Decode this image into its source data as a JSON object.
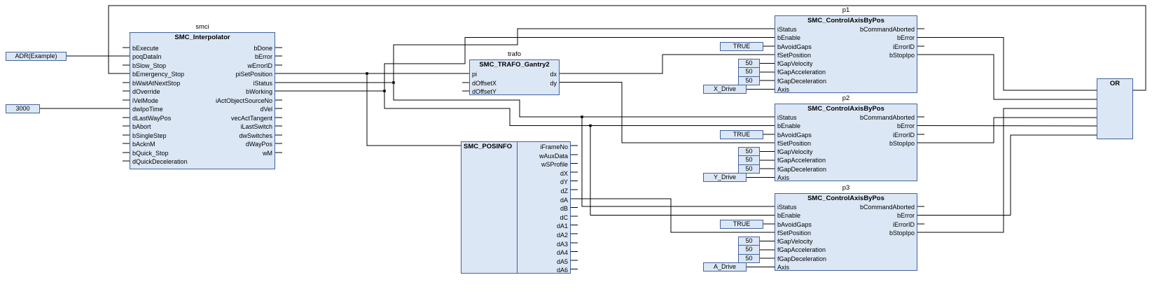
{
  "colors": {
    "background": "#ffffff",
    "block_fill": "#dce7f5",
    "block_border": "#41639c",
    "wire": "#000000"
  },
  "blocks": {
    "interpolator": {
      "instance": "smci",
      "title": "SMC_Interpolator",
      "inputs": [
        "bExecute",
        "poqDataIn",
        "bSlow_Stop",
        "bEmergency_Stop",
        "bWaitAtNextStop",
        "dOverride",
        "iVelMode",
        "dwIpoTime",
        "dLastWayPos",
        "bAbort",
        "bSingleStep",
        "bAcknM",
        "bQuick_Stop",
        "dQuickDeceleration"
      ],
      "outputs": [
        "bDone",
        "bError",
        "wErrorID",
        "piSetPosition",
        "iStatus",
        "bWorking",
        "iActObjectSourceNo",
        "dVel",
        "vecActTangent",
        "iLastSwitch",
        "dwSwitches",
        "dWayPos",
        "wM"
      ]
    },
    "trafo": {
      "instance": "trafo",
      "title": "SMC_TRAFO_Gantry2",
      "inputs": [
        "pi",
        "dOffsetX",
        "dOffsetY"
      ],
      "outputs": [
        "dx",
        "dy"
      ]
    },
    "posinfo": {
      "title": "SMC_POSINFO",
      "fields": [
        "iFrameNo",
        "wAuxData",
        "wSProfile",
        "dX",
        "dY",
        "dZ",
        "dA",
        "dB",
        "dC",
        "dA1",
        "dA2",
        "dA3",
        "dA4",
        "dA5",
        "dA6"
      ]
    },
    "axis1": {
      "instance": "p1",
      "title": "SMC_ControlAxisByPos",
      "inputs": [
        "iStatus",
        "bEnable",
        "bAvoidGaps",
        "fSetPosition",
        "fGapVelocity",
        "fGapAcceleration",
        "fGapDeceleration",
        "Axis"
      ],
      "outputs": [
        "bCommandAborted",
        "bError",
        "iErrorID",
        "bStopIpo"
      ]
    },
    "axis2": {
      "instance": "p2",
      "title": "SMC_ControlAxisByPos",
      "inputs": [
        "iStatus",
        "bEnable",
        "bAvoidGaps",
        "fSetPosition",
        "fGapVelocity",
        "fGapAcceleration",
        "fGapDeceleration",
        "Axis"
      ],
      "outputs": [
        "bCommandAborted",
        "bError",
        "iErrorID",
        "bStopIpo"
      ]
    },
    "axis3": {
      "instance": "p3",
      "title": "SMC_ControlAxisByPos",
      "inputs": [
        "iStatus",
        "bEnable",
        "bAvoidGaps",
        "fSetPosition",
        "fGapVelocity",
        "fGapAcceleration",
        "fGapDeceleration",
        "Axis"
      ],
      "outputs": [
        "bCommandAborted",
        "bError",
        "iErrorID",
        "bStopIpo"
      ]
    },
    "or_gate": {
      "title": "OR"
    }
  },
  "literals": {
    "pointer_input": "ADR(Example)",
    "ipo_time": "3000",
    "avoid_gaps": "TRUE",
    "gap_values": [
      "50",
      "50",
      "50"
    ],
    "axis1_ref": "X_Drive",
    "axis2_ref": "Y_Drive",
    "axis3_ref": "A_Drive"
  }
}
